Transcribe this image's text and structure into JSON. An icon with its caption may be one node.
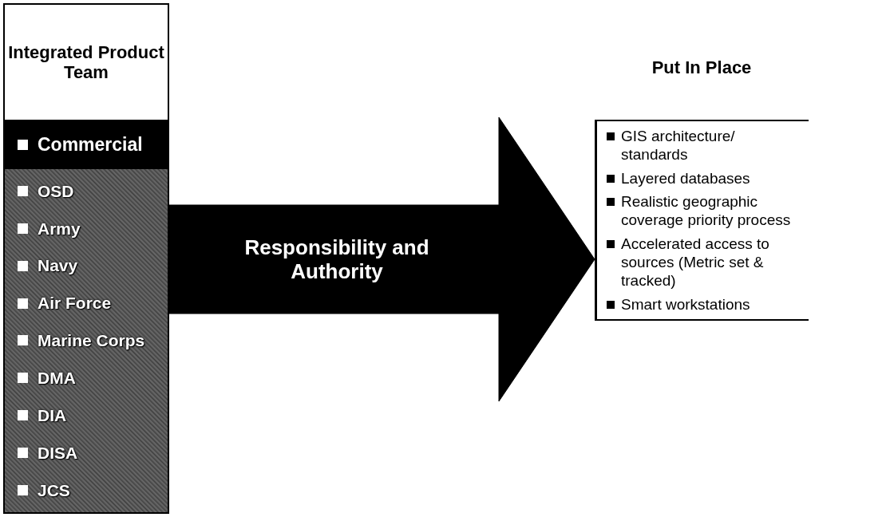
{
  "diagram": {
    "nodes": [
      {
        "text": [
          "Integrated Product Team",
          "Commercial",
          "OSD",
          "Army",
          "Navy",
          "Air Force",
          "Marine Corps",
          "DMA",
          "DIA",
          "DISA",
          "JCS"
        ]
      },
      {
        "text": [
          "Put In Place",
          "GIS architecture/ standards",
          "Layered databases",
          "Realistic geographic coverage priority process",
          "Accelerated access to sources (Metric set & tracked)",
          "Smart workstations"
        ]
      }
    ],
    "edges": [
      {
        "from": 0,
        "to": 1,
        "arrow": "to",
        "label": "Responsibility and Authority",
        "style": "thick"
      }
    ]
  }
}
